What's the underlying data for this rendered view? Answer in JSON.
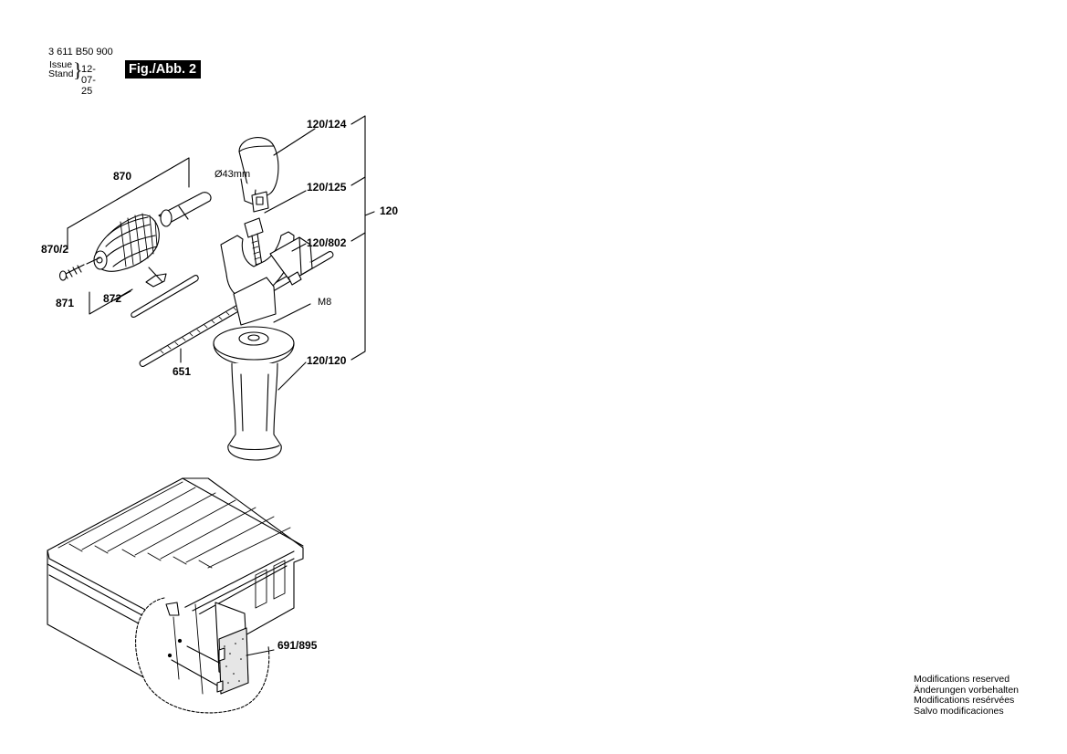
{
  "header": {
    "part_number": "3 611 B50 900",
    "issue_label": "Issue",
    "stand_label": "Stand",
    "issue_date": "12-07-25",
    "figure_label": "Fig./Abb. 2"
  },
  "part_labels": {
    "p870": "870",
    "p870_2": "870/2",
    "p871": "871",
    "p872": "872",
    "p651": "651",
    "p120_124": "120/124",
    "p120_125": "120/125",
    "p120": "120",
    "p120_802": "120/802",
    "m8": "M8",
    "p120_120": "120/120",
    "diameter": "Ø43mm",
    "p691_895": "691/895"
  },
  "footer": {
    "line1": "Modifications reserved",
    "line2": "Änderungen vorbehalten",
    "line3": "Modifications resérvées",
    "line4": "Salvo modificaciones"
  }
}
